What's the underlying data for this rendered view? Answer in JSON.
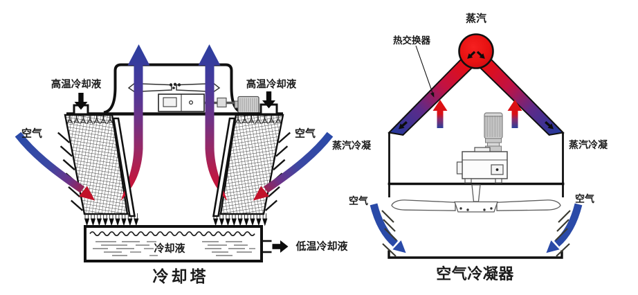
{
  "background": "#ffffff",
  "colors": {
    "outline_black": "#101010",
    "air_blue": "#2a4aa8",
    "hot_red": "#dd1111",
    "crimson": "#c2122a",
    "dark_blue": "#2b3f9b",
    "purple": "#6c3389",
    "machine_gray": "#d7d7d7"
  },
  "cooling_tower": {
    "title": "冷却塔",
    "labels": {
      "hot_coolant_left": "高温冷却液",
      "hot_coolant_right": "高温冷却液",
      "air_left": "空气",
      "air_right": "空气",
      "coolant": "冷却液",
      "cold_coolant": "低温冷却液"
    }
  },
  "air_condenser": {
    "title": "空气冷凝器",
    "labels": {
      "steam": "蒸汽",
      "heat_exchanger": "热交换器",
      "steam_condensing_left": "蒸汽冷凝",
      "steam_condensing_right": "蒸汽冷凝",
      "air_left": "空气",
      "air_right": "空气"
    }
  }
}
